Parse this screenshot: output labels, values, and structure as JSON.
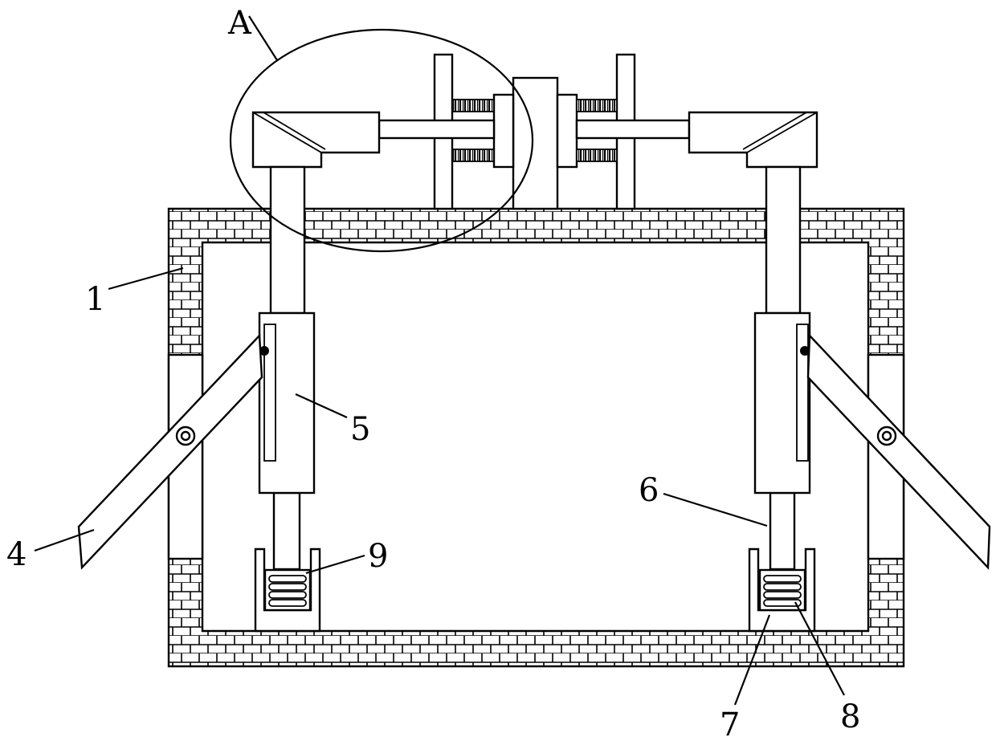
{
  "figure": {
    "labels": {
      "A": "A",
      "n1": "1",
      "n4": "4",
      "n5": "5",
      "n6": "6",
      "n7": "7",
      "n8": "8",
      "n9": "9"
    },
    "colors": {
      "line": "#000000",
      "background": "#ffffff"
    }
  }
}
